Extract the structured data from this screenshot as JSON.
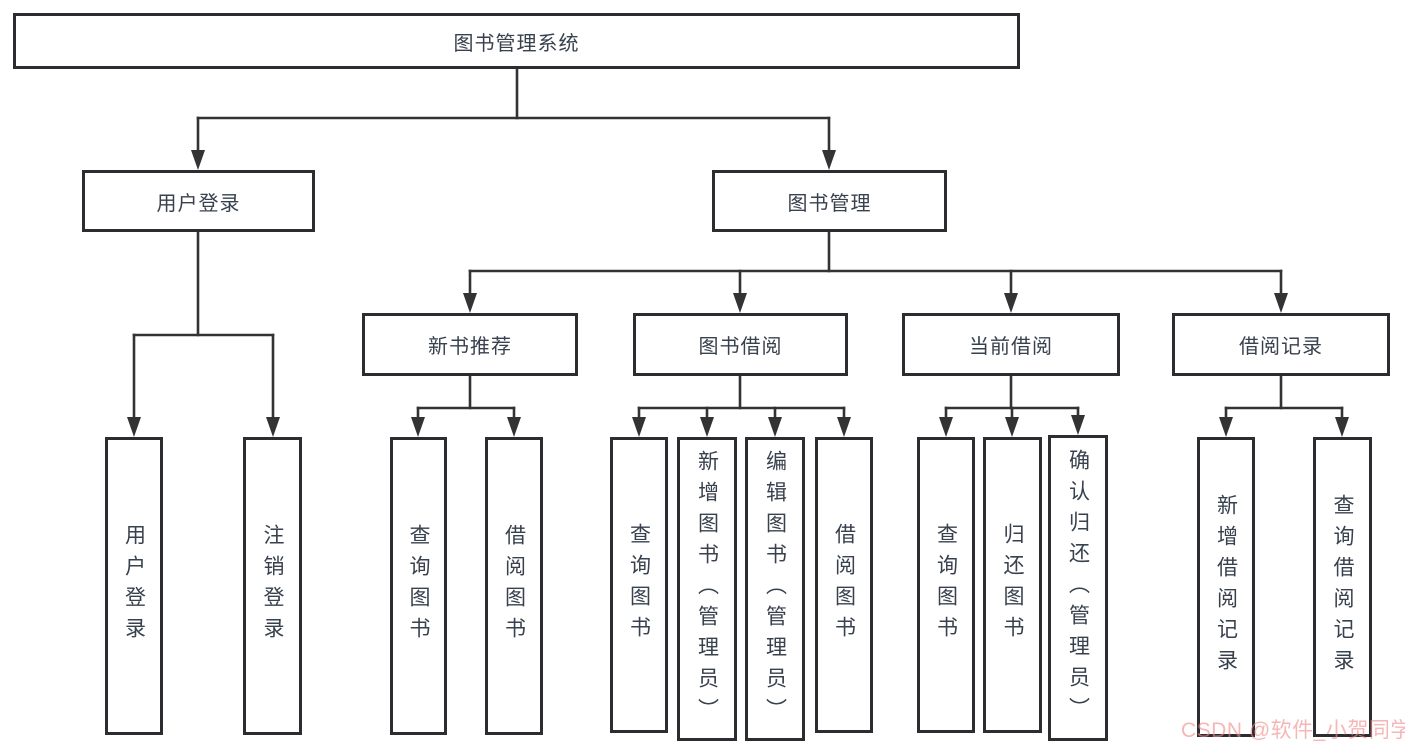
{
  "tree": {
    "root": {
      "label": "图书管理系统",
      "children": [
        {
          "label": "用户登录",
          "children": [
            {
              "label": "用户登录"
            },
            {
              "label": "注销登录"
            }
          ]
        },
        {
          "label": "图书管理",
          "children": [
            {
              "label": "新书推荐",
              "children": [
                {
                  "label": "查询图书"
                },
                {
                  "label": "借阅图书"
                }
              ]
            },
            {
              "label": "图书借阅",
              "children": [
                {
                  "label": "查询图书"
                },
                {
                  "label": "新增图书（管理员）"
                },
                {
                  "label": "编辑图书（管理员）"
                },
                {
                  "label": "借阅图书"
                }
              ]
            },
            {
              "label": "当前借阅",
              "children": [
                {
                  "label": "查询图书"
                },
                {
                  "label": "归还图书"
                },
                {
                  "label": "确认归还（管理员）"
                }
              ]
            },
            {
              "label": "借阅记录",
              "children": [
                {
                  "label": "新增借阅记录"
                },
                {
                  "label": "查询借阅记录"
                }
              ]
            }
          ]
        }
      ]
    }
  },
  "watermark": {
    "text": "CSDN @软件_小贺同学",
    "color": "#f18a8a"
  },
  "colors": {
    "line": "#333333",
    "border": "#2b2d31",
    "text": "#38414e",
    "background": "#ffffff"
  }
}
